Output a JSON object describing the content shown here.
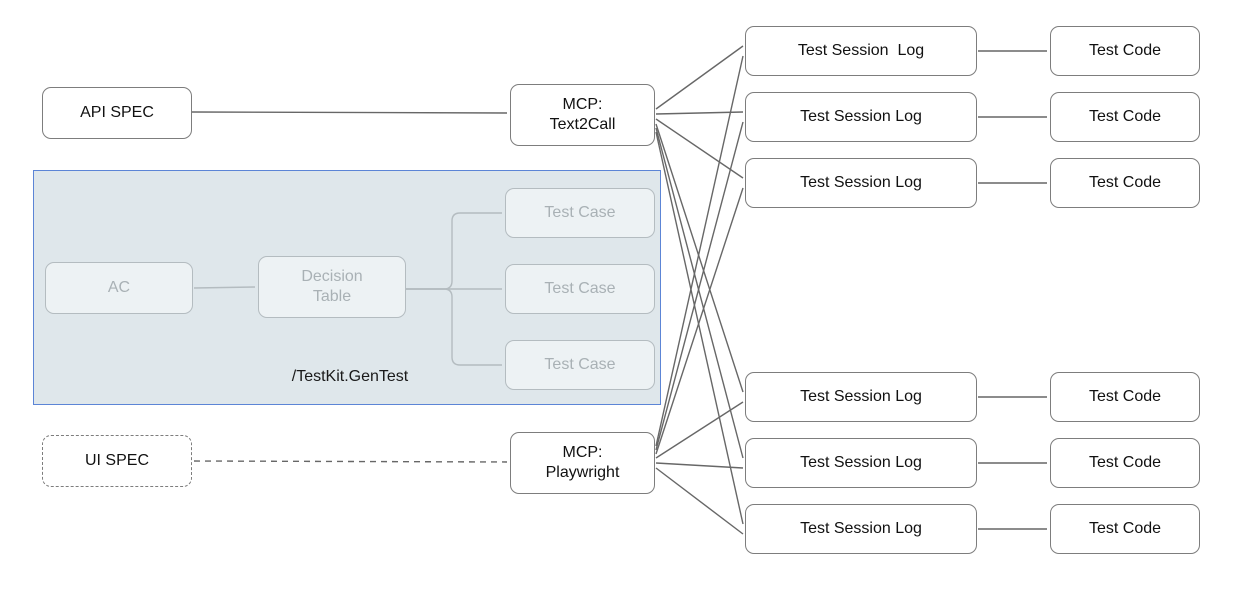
{
  "nodes": {
    "api_spec": "API SPEC",
    "ui_spec": "UI SPEC",
    "mcp_text2call_line1": "MCP:",
    "mcp_text2call_line2": "Text2Call",
    "mcp_playwright_line1": "MCP:",
    "mcp_playwright_line2": "Playwright",
    "ac": "AC",
    "decision_table_line1": "Decision",
    "decision_table_line2": "Table",
    "panel_label": "/TestKit.GenTest"
  },
  "test_cases": [
    "Test Case",
    "Test Case",
    "Test Case"
  ],
  "session_logs": [
    "Test Session  Log",
    "Test Session Log",
    "Test Session Log",
    "Test Session Log",
    "Test Session Log",
    "Test Session Log"
  ],
  "test_codes": [
    "Test Code",
    "Test Code",
    "Test Code",
    "Test Code",
    "Test Code",
    "Test Code"
  ],
  "colors": {
    "box_border": "#7d7d7d",
    "arrow": "#676767",
    "panel_fill": "#dfe7eb",
    "panel_border": "#5c85d6",
    "faded_gray": "#b4bcc0"
  }
}
